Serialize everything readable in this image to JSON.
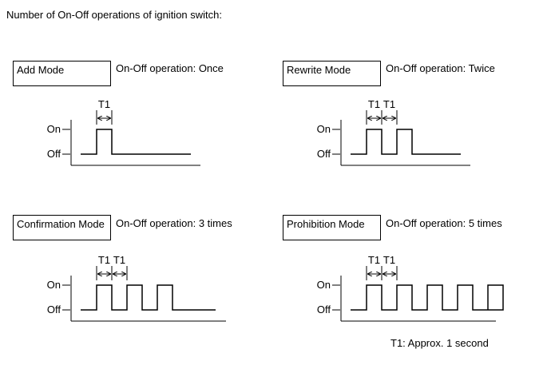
{
  "title": "Number of On-Off operations of ignition switch:",
  "footnote": "T1: Approx. 1 second",
  "level_labels": {
    "on": "On",
    "off": "Off"
  },
  "t1_label": "T1",
  "modes": [
    {
      "name": "Add Mode",
      "operation": "On-Off operation: Once",
      "pulses": 1,
      "t1_marks": 1
    },
    {
      "name": "Rewrite Mode",
      "operation": "On-Off operation: Twice",
      "pulses": 2,
      "t1_marks": 2
    },
    {
      "name": "Confirmation Mode",
      "operation": "On-Off operation: 3 times",
      "pulses": 3,
      "t1_marks": 2
    },
    {
      "name": "Prohibition Mode",
      "operation": "On-Off operation: 5 times",
      "pulses": 5,
      "t1_marks": 2
    }
  ]
}
